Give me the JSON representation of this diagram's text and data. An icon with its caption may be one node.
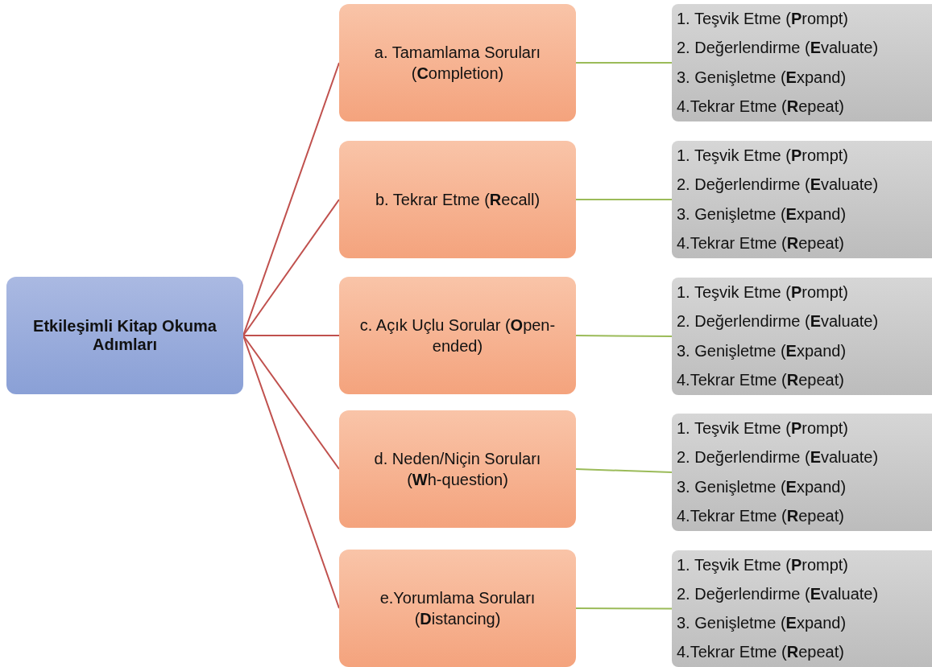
{
  "diagram": {
    "nodes": [
      {
        "text": [
          "Etkileşimli Kitap Okuma Adımları"
        ]
      },
      {
        "text": [
          "a. Tamamlama Soruları (**C**ompletion)"
        ]
      },
      {
        "text": [
          "b. Tekrar Etme (**R**ecall)"
        ]
      },
      {
        "text": [
          "c. Açık Uçlu Sorular (**O**pen-ended)"
        ]
      },
      {
        "text": [
          "d. Neden/Niçin Soruları (**W**h-question)"
        ]
      },
      {
        "text": [
          "e.Yorumlama Soruları (**D**istancing)"
        ]
      },
      {
        "text": [
          "1. Teşvik Etme (**P**rompt)",
          "2. Değerlendirme (**E**valuate)",
          "3. Genişletme (**E**xpand)",
          "4.Tekrar Etme (**R**epeat)"
        ]
      },
      {
        "text": [
          "1. Teşvik Etme (**P**rompt)",
          "2. Değerlendirme (**E**valuate)",
          "3. Genişletme (**E**xpand)",
          "4.Tekrar Etme (**R**epeat)"
        ]
      },
      {
        "text": [
          "1. Teşvik Etme (**P**rompt)",
          "2. Değerlendirme (**E**valuate)",
          "3. Genişletme (**E**xpand)",
          "4.Tekrar Etme (**R**epeat)"
        ]
      },
      {
        "text": [
          "1. Teşvik Etme (**P**rompt)",
          "2. Değerlendirme (**E**valuate)",
          "3. Genişletme (**E**xpand)",
          "4.Tekrar Etme (**R**epeat)"
        ]
      },
      {
        "text": [
          "1. Teşvik Etme (**P**rompt)",
          "2. Değerlendirme (**E**valuate)",
          "3. Genişletme (**E**xpand)",
          "4.Tekrar Etme (**R**epeat)"
        ]
      }
    ],
    "edges": [
      {
        "from": 0,
        "to": 1,
        "arrow": "none",
        "color": "#c0504d"
      },
      {
        "from": 0,
        "to": 2,
        "arrow": "none",
        "color": "#c0504d"
      },
      {
        "from": 0,
        "to": 3,
        "arrow": "none",
        "color": "#c0504d"
      },
      {
        "from": 0,
        "to": 4,
        "arrow": "none",
        "color": "#c0504d"
      },
      {
        "from": 0,
        "to": 5,
        "arrow": "none",
        "color": "#c0504d"
      },
      {
        "from": 1,
        "to": 6,
        "arrow": "none",
        "color": "#9bbb59"
      },
      {
        "from": 2,
        "to": 7,
        "arrow": "none",
        "color": "#9bbb59"
      },
      {
        "from": 3,
        "to": 8,
        "arrow": "none",
        "color": "#9bbb59"
      },
      {
        "from": 4,
        "to": 9,
        "arrow": "none",
        "color": "#9bbb59"
      },
      {
        "from": 5,
        "to": 10,
        "arrow": "none",
        "color": "#9bbb59"
      }
    ]
  }
}
